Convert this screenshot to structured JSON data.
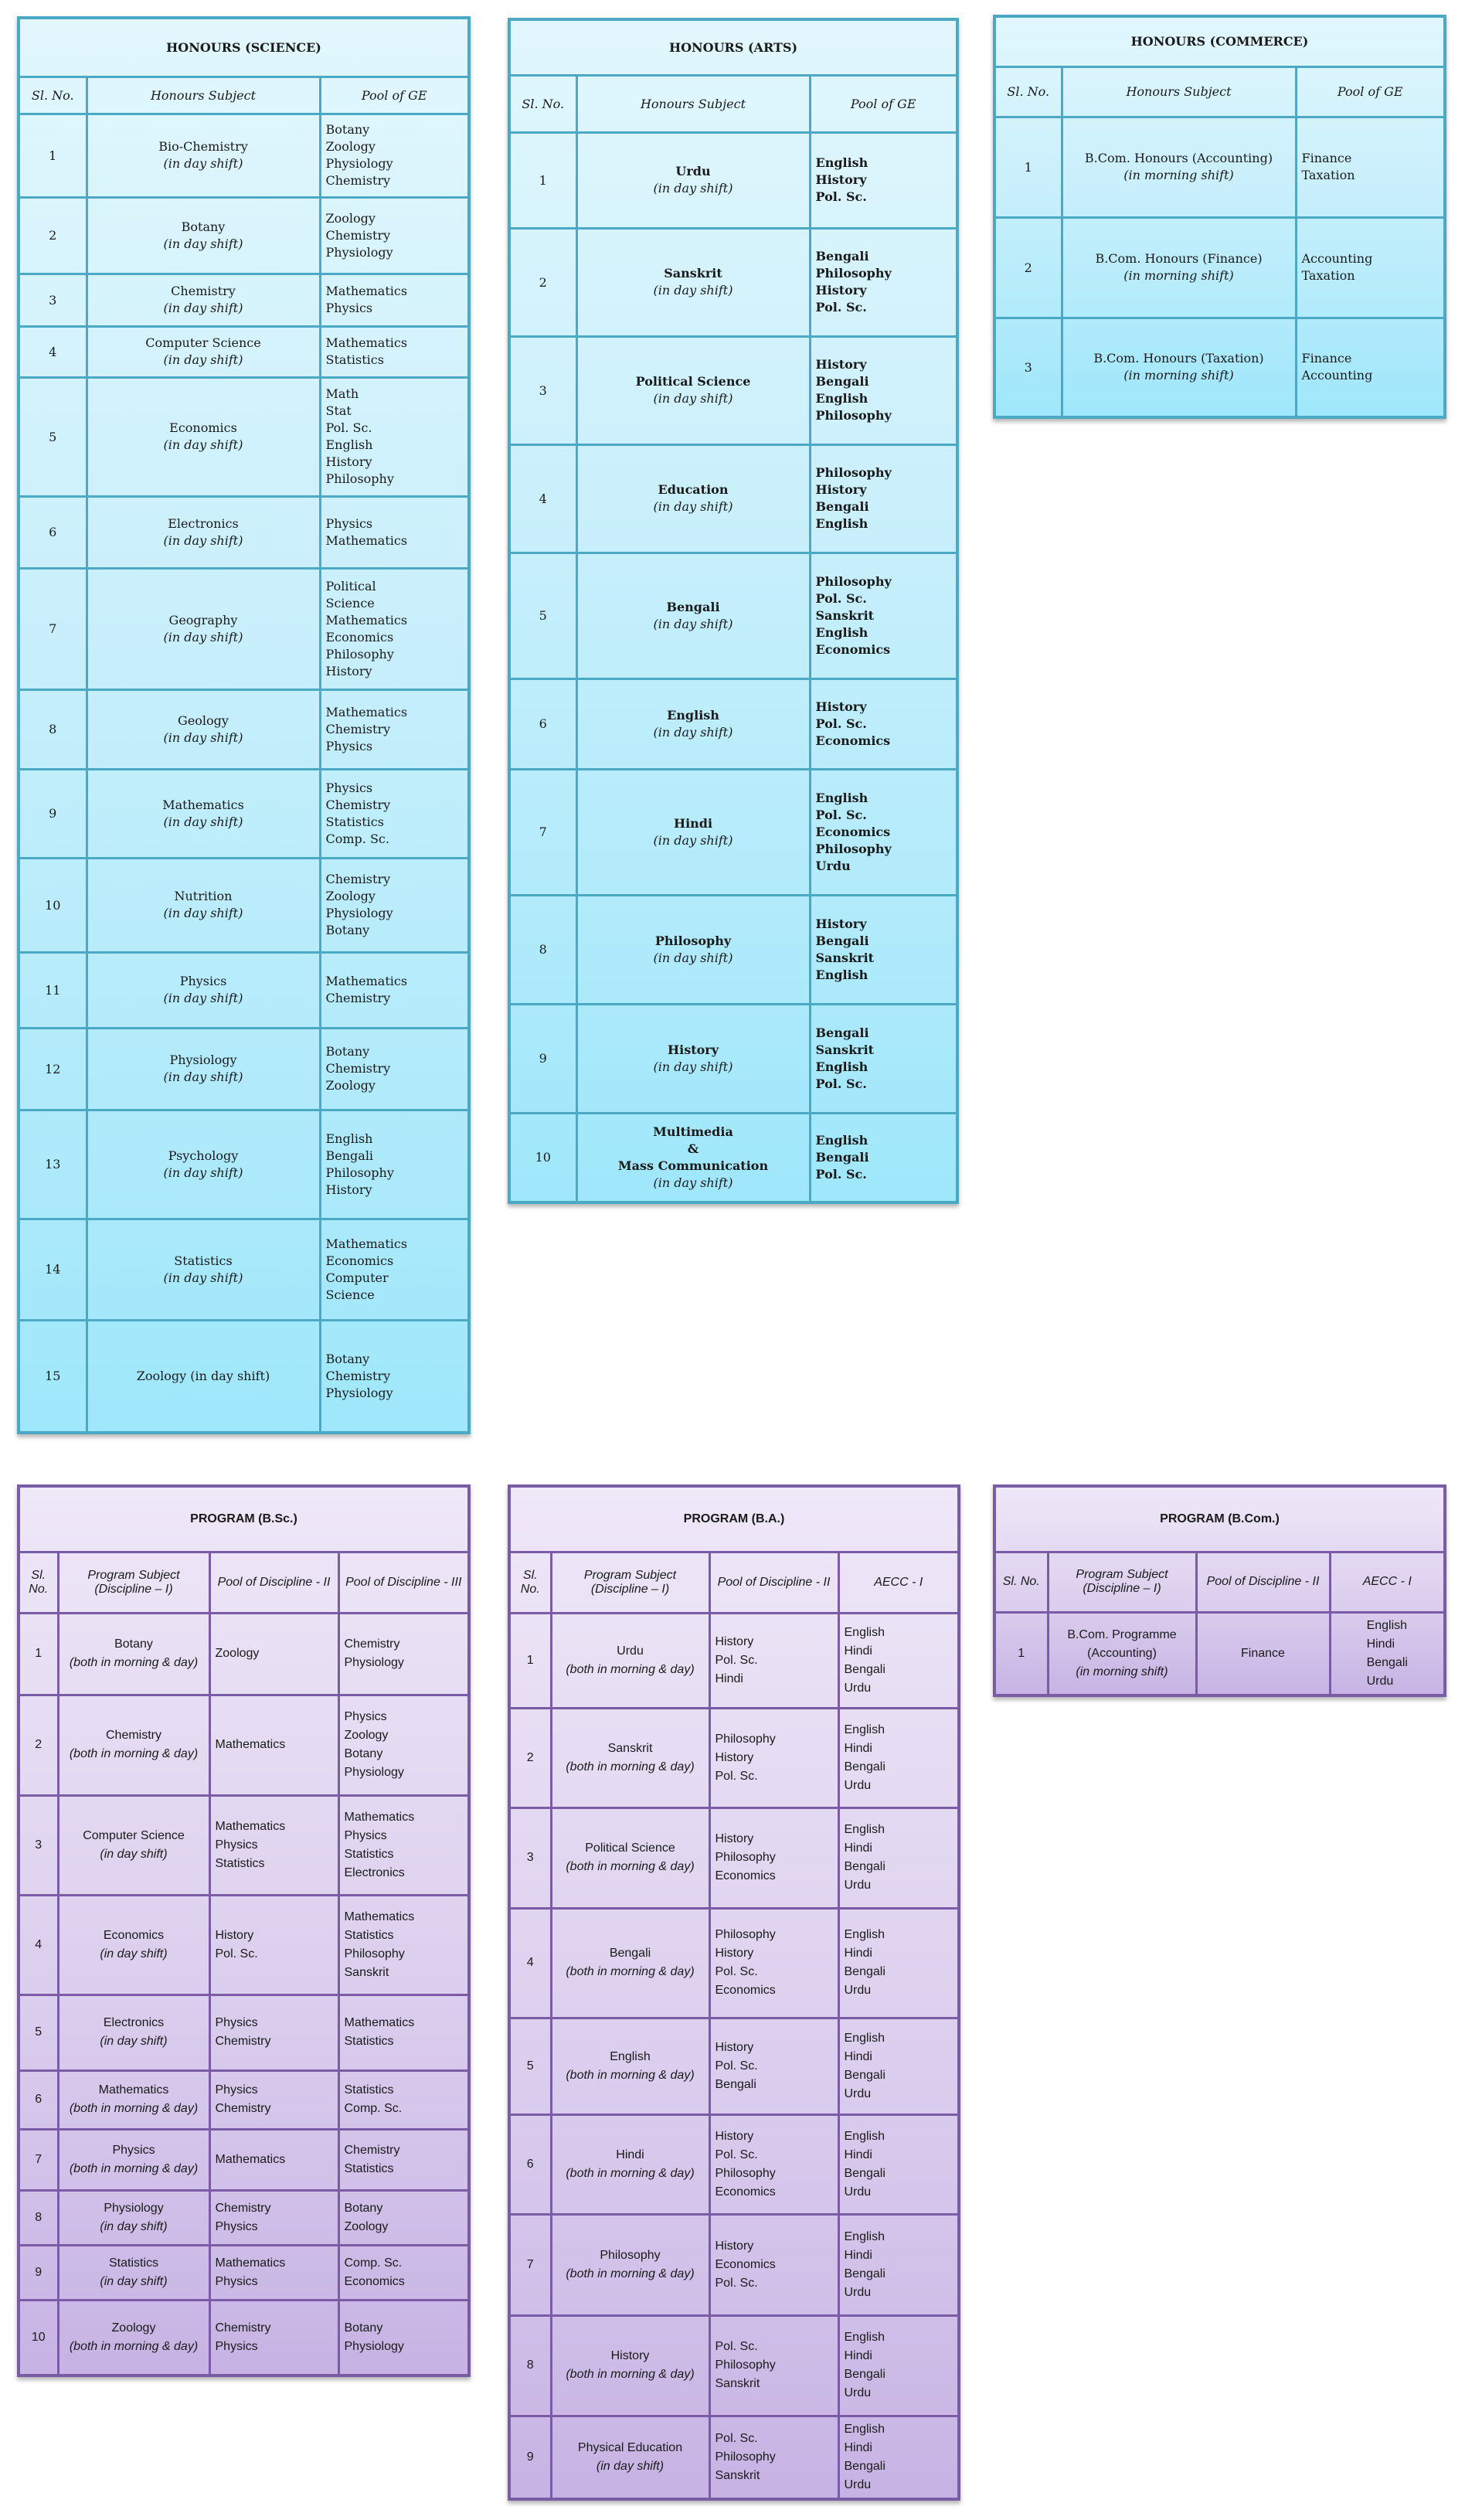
{
  "honours_science": {
    "title": "HONOURS (SCIENCE)",
    "headers": [
      "Sl. No.",
      "Honours Subject",
      "Pool of GE"
    ],
    "rows": [
      {
        "sl": "1",
        "subject": "Bio-Chemistry",
        "shift": "(in day shift)",
        "pool": [
          "Botany",
          "Zoology",
          "Physiology",
          "Chemistry"
        ]
      },
      {
        "sl": "2",
        "subject": "Botany",
        "shift": "(in day shift)",
        "pool": [
          "Zoology",
          "Chemistry",
          "Physiology"
        ]
      },
      {
        "sl": "3",
        "subject": "Chemistry",
        "shift": "(in day shift)",
        "pool": [
          "Mathematics",
          "Physics"
        ]
      },
      {
        "sl": "4",
        "subject": "Computer Science",
        "shift": "(in day shift)",
        "pool": [
          "Mathematics",
          "Statistics"
        ]
      },
      {
        "sl": "5",
        "subject": "Economics",
        "shift": "(in day shift)",
        "pool": [
          "Math",
          "Stat",
          "Pol. Sc.",
          "English",
          "History",
          "Philosophy"
        ]
      },
      {
        "sl": "6",
        "subject": "Electronics",
        "shift": "(in day shift)",
        "pool": [
          "Physics",
          "Mathematics"
        ]
      },
      {
        "sl": "7",
        "subject": "Geography",
        "shift": "(in day shift)",
        "pool": [
          "Political",
          "Science",
          "Mathematics",
          "Economics",
          "Philosophy",
          "History"
        ]
      },
      {
        "sl": "8",
        "subject": "Geology",
        "shift": "(in day shift)",
        "pool": [
          "Mathematics",
          "Chemistry",
          "Physics"
        ]
      },
      {
        "sl": "9",
        "subject": "Mathematics",
        "shift": "(in day shift)",
        "pool": [
          "Physics",
          "Chemistry",
          "Statistics",
          "Comp. Sc."
        ]
      },
      {
        "sl": "10",
        "subject": "Nutrition",
        "shift": "(in day shift)",
        "pool": [
          "Chemistry",
          "Zoology",
          "Physiology",
          "Botany"
        ]
      },
      {
        "sl": "11",
        "subject": "Physics",
        "shift": "(in day shift)",
        "pool": [
          "Mathematics",
          "Chemistry"
        ]
      },
      {
        "sl": "12",
        "subject": "Physiology",
        "shift": "(in day shift)",
        "pool": [
          "Botany",
          "Chemistry",
          "Zoology"
        ]
      },
      {
        "sl": "13",
        "subject": "Psychology",
        "shift": "(in day shift)",
        "pool": [
          "English",
          "Bengali",
          "Philosophy",
          "History"
        ]
      },
      {
        "sl": "14",
        "subject": "Statistics",
        "shift": "(in day shift)",
        "pool": [
          "Mathematics",
          "Economics",
          "Computer",
          "Science"
        ]
      },
      {
        "sl": "15",
        "subject": "Zoology (in day shift)",
        "shift": "",
        "pool": [
          "Botany",
          "Chemistry",
          "Physiology"
        ]
      }
    ]
  },
  "honours_arts": {
    "title": "HONOURS (ARTS)",
    "headers": [
      "Sl. No.",
      "Honours Subject",
      "Pool of GE"
    ],
    "rows": [
      {
        "sl": "1",
        "subject": "Urdu",
        "shift": "(in day shift)",
        "pool": [
          "English",
          "History",
          "Pol. Sc."
        ]
      },
      {
        "sl": "2",
        "subject": "Sanskrit",
        "shift": "(in day shift)",
        "pool": [
          "Bengali",
          "Philosophy",
          "History",
          "Pol. Sc."
        ]
      },
      {
        "sl": "3",
        "subject": "Political Science",
        "shift": "(in day shift)",
        "pool": [
          "History",
          "Bengali",
          "English",
          "Philosophy"
        ]
      },
      {
        "sl": "4",
        "subject": "Education",
        "shift": "(in day shift)",
        "pool": [
          "Philosophy",
          "History",
          "Bengali",
          "English"
        ]
      },
      {
        "sl": "5",
        "subject": "Bengali",
        "shift": "(in day shift)",
        "pool": [
          "Philosophy",
          "Pol. Sc.",
          "Sanskrit",
          "English",
          "Economics"
        ]
      },
      {
        "sl": "6",
        "subject": "English",
        "shift": "(in day shift)",
        "pool": [
          "History",
          "Pol. Sc.",
          "Economics"
        ]
      },
      {
        "sl": "7",
        "subject": "Hindi",
        "shift": "(in day shift)",
        "pool": [
          "English",
          "Pol. Sc.",
          "Economics",
          "Philosophy",
          "Urdu"
        ]
      },
      {
        "sl": "8",
        "subject": "Philosophy",
        "shift": "(in day shift)",
        "pool": [
          "History",
          "Bengali",
          "Sanskrit",
          "English"
        ]
      },
      {
        "sl": "9",
        "subject": "History",
        "shift": "(in day shift)",
        "pool": [
          "Bengali",
          "Sanskrit",
          "English",
          "Pol. Sc."
        ]
      },
      {
        "sl": "10",
        "subject": "Multimedia\n&\nMass Communication",
        "shift": "(in day shift)",
        "pool": [
          "English",
          "Bengali",
          "Pol. Sc."
        ]
      }
    ]
  },
  "honours_commerce": {
    "title": "HONOURS (COMMERCE)",
    "headers": [
      "Sl. No.",
      "Honours Subject",
      "Pool of GE"
    ],
    "rows": [
      {
        "sl": "1",
        "subject": "B.Com. Honours (Accounting)",
        "shift": "(in morning shift)",
        "pool": [
          "Finance",
          "Taxation"
        ]
      },
      {
        "sl": "2",
        "subject": "B.Com. Honours (Finance)",
        "shift": "(in morning shift)",
        "pool": [
          "Accounting",
          "Taxation"
        ]
      },
      {
        "sl": "3",
        "subject": "B.Com. Honours (Taxation)",
        "shift": "(in morning shift)",
        "pool": [
          "Finance",
          "Accounting"
        ]
      }
    ]
  },
  "program_bsc": {
    "title": "PROGRAM (B.Sc.)",
    "headers": [
      "Sl. No.",
      "Program Subject",
      "(Discipline – I)",
      "Pool of Discipline - II",
      "Pool of Discipline - III"
    ],
    "rows": [
      {
        "sl": "1",
        "subject": "Botany",
        "shift": "(both in morning & day)",
        "d2": [
          "Zoology"
        ],
        "d3": [
          "Chemistry",
          "Physiology"
        ]
      },
      {
        "sl": "2",
        "subject": "Chemistry",
        "shift": "(both in morning & day)",
        "d2": [
          "Mathematics"
        ],
        "d3": [
          "Physics",
          "Zoology",
          "Botany",
          "Physiology"
        ]
      },
      {
        "sl": "3",
        "subject": "Computer Science",
        "shift": "(in day shift)",
        "d2": [
          "Mathematics",
          "Physics",
          "Statistics"
        ],
        "d3": [
          "Mathematics",
          "Physics",
          "Statistics",
          "Electronics"
        ]
      },
      {
        "sl": "4",
        "subject": "Economics",
        "shift": "(in day shift)",
        "d2": [
          "History",
          "Pol. Sc."
        ],
        "d3": [
          "Mathematics",
          "Statistics",
          "Philosophy",
          "Sanskrit"
        ]
      },
      {
        "sl": "5",
        "subject": "Electronics",
        "shift": "(in day shift)",
        "d2": [
          "Physics",
          "Chemistry"
        ],
        "d3": [
          "Mathematics",
          "Statistics"
        ]
      },
      {
        "sl": "6",
        "subject": "Mathematics",
        "shift": "(both in morning & day)",
        "d2": [
          "Physics",
          "Chemistry"
        ],
        "d3": [
          "Statistics",
          "Comp. Sc."
        ]
      },
      {
        "sl": "7",
        "subject": "Physics",
        "shift": "(both in morning & day)",
        "d2": [
          "Mathematics"
        ],
        "d3": [
          "Chemistry",
          "Statistics"
        ]
      },
      {
        "sl": "8",
        "subject": "Physiology",
        "shift": "(in day shift)",
        "d2": [
          "Chemistry",
          "Physics"
        ],
        "d3": [
          "Botany",
          "Zoology"
        ]
      },
      {
        "sl": "9",
        "subject": "Statistics",
        "shift": "(in day shift)",
        "d2": [
          "Mathematics",
          "Physics"
        ],
        "d3": [
          "Comp. Sc.",
          "Economics"
        ]
      },
      {
        "sl": "10",
        "subject": "Zoology",
        "shift": "(both in morning & day)",
        "d2": [
          "Chemistry",
          "Physics"
        ],
        "d3": [
          "Botany",
          "Physiology"
        ]
      }
    ]
  },
  "program_ba": {
    "title": "PROGRAM (B.A.)",
    "headers": [
      "Sl. No.",
      "Program Subject",
      "(Discipline – I)",
      "Pool of Discipline - II",
      "AECC - I"
    ],
    "rows": [
      {
        "sl": "1",
        "subject": "Urdu",
        "shift": "(both in morning & day)",
        "d2": [
          "History",
          "Pol. Sc.",
          "Hindi"
        ],
        "aecc": [
          "English",
          "Hindi",
          "Bengali",
          "Urdu"
        ]
      },
      {
        "sl": "2",
        "subject": "Sanskrit",
        "shift": "(both in morning & day)",
        "d2": [
          "Philosophy",
          "History",
          "Pol. Sc."
        ],
        "aecc": [
          "English",
          "Hindi",
          "Bengali",
          "Urdu"
        ]
      },
      {
        "sl": "3",
        "subject": "Political Science",
        "shift": "(both in morning & day)",
        "d2": [
          "History",
          "Philosophy",
          "Economics"
        ],
        "aecc": [
          "English",
          "Hindi",
          "Bengali",
          "Urdu"
        ]
      },
      {
        "sl": "4",
        "subject": "Bengali",
        "shift": "(both in morning & day)",
        "d2": [
          "Philosophy",
          "History",
          "Pol. Sc.",
          "Economics"
        ],
        "aecc": [
          "English",
          "Hindi",
          "Bengali",
          "Urdu"
        ]
      },
      {
        "sl": "5",
        "subject": "English",
        "shift": "(both in morning & day)",
        "d2": [
          "History",
          "Pol. Sc.",
          "Bengali"
        ],
        "aecc": [
          "English",
          "Hindi",
          "Bengali",
          "Urdu"
        ]
      },
      {
        "sl": "6",
        "subject": "Hindi",
        "shift": "(both in morning & day)",
        "d2": [
          "History",
          "Pol. Sc.",
          "Philosophy",
          "Economics"
        ],
        "aecc": [
          "English",
          "Hindi",
          "Bengali",
          "Urdu"
        ]
      },
      {
        "sl": "7",
        "subject": "Philosophy",
        "shift": "(both in morning & day)",
        "d2": [
          "History",
          "Economics",
          "Pol. Sc."
        ],
        "aecc": [
          "English",
          "Hindi",
          "Bengali",
          "Urdu"
        ]
      },
      {
        "sl": "8",
        "subject": "History",
        "shift": "(both in morning & day)",
        "d2": [
          "Pol. Sc.",
          "Philosophy",
          "Sanskrit"
        ],
        "aecc": [
          "English",
          "Hindi",
          "Bengali",
          "Urdu"
        ]
      },
      {
        "sl": "9",
        "subject": "Physical Education",
        "shift": "(in day shift)",
        "d2": [
          "Pol. Sc.",
          "Philosophy",
          "Sanskrit"
        ],
        "aecc": [
          "English",
          "Hindi",
          "Bengali",
          "Urdu"
        ]
      }
    ]
  },
  "program_bcom": {
    "title": "PROGRAM (B.Com.)",
    "headers": [
      "Sl. No.",
      "Program Subject",
      "(Discipline – I)",
      "Pool of Discipline - II",
      "AECC - I"
    ],
    "rows": [
      {
        "sl": "1",
        "subject": "B.Com. Programme",
        "subject2": "(Accounting)",
        "shift": "(in morning shift)",
        "d2": [
          "Finance"
        ],
        "aecc": [
          "English",
          "Hindi",
          "Bengali",
          "Urdu"
        ]
      }
    ]
  },
  "colors": {
    "honours_border": "#4ba9c6",
    "honours_top": "#e2f7fd",
    "honours_bottom": "#9fe7fb",
    "program_border": "#7a5ba6",
    "program_top": "#efe8f8",
    "program_bottom": "#c7b3e4"
  }
}
